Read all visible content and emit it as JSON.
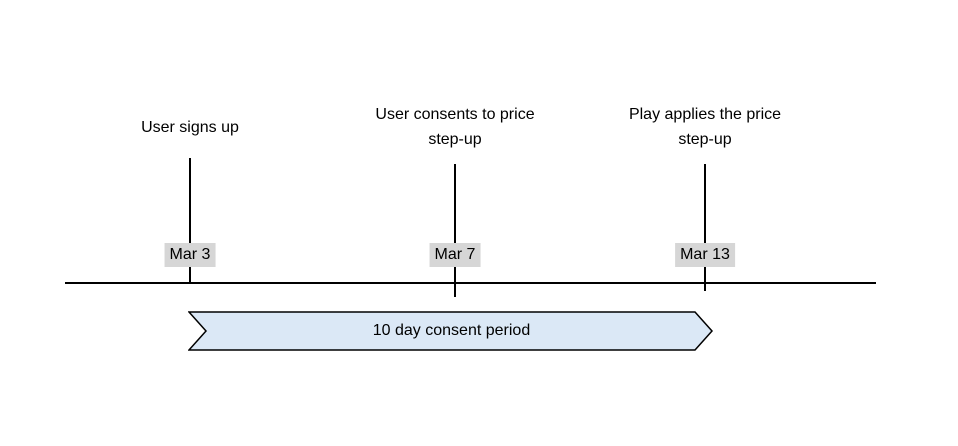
{
  "timeline": {
    "events": [
      {
        "label": "User signs up",
        "date": "Mar 3"
      },
      {
        "label": "User consents to price step-up",
        "date": "Mar 7"
      },
      {
        "label": "Play applies the price step-up",
        "date": "Mar 13"
      }
    ],
    "banner": {
      "label": "10 day consent period"
    },
    "colors": {
      "axis": "#000000",
      "text": "#000000",
      "banner_fill": "#dbe8f6",
      "banner_stroke": "#000000",
      "date_bg": "#d6d6d6"
    }
  }
}
